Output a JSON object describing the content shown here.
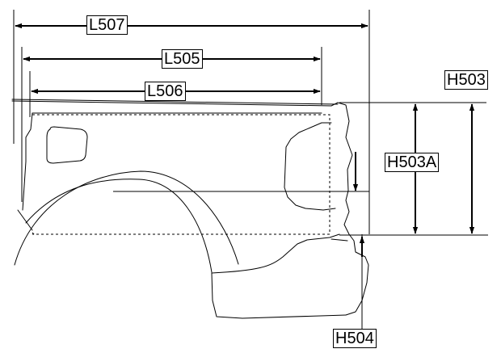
{
  "labels": {
    "l507": "L507",
    "l505": "L505",
    "l506": "L506",
    "h503": "H503",
    "h503a": "H503A",
    "h504": "H504"
  },
  "colors": {
    "line": "#000000",
    "background": "#ffffff"
  }
}
